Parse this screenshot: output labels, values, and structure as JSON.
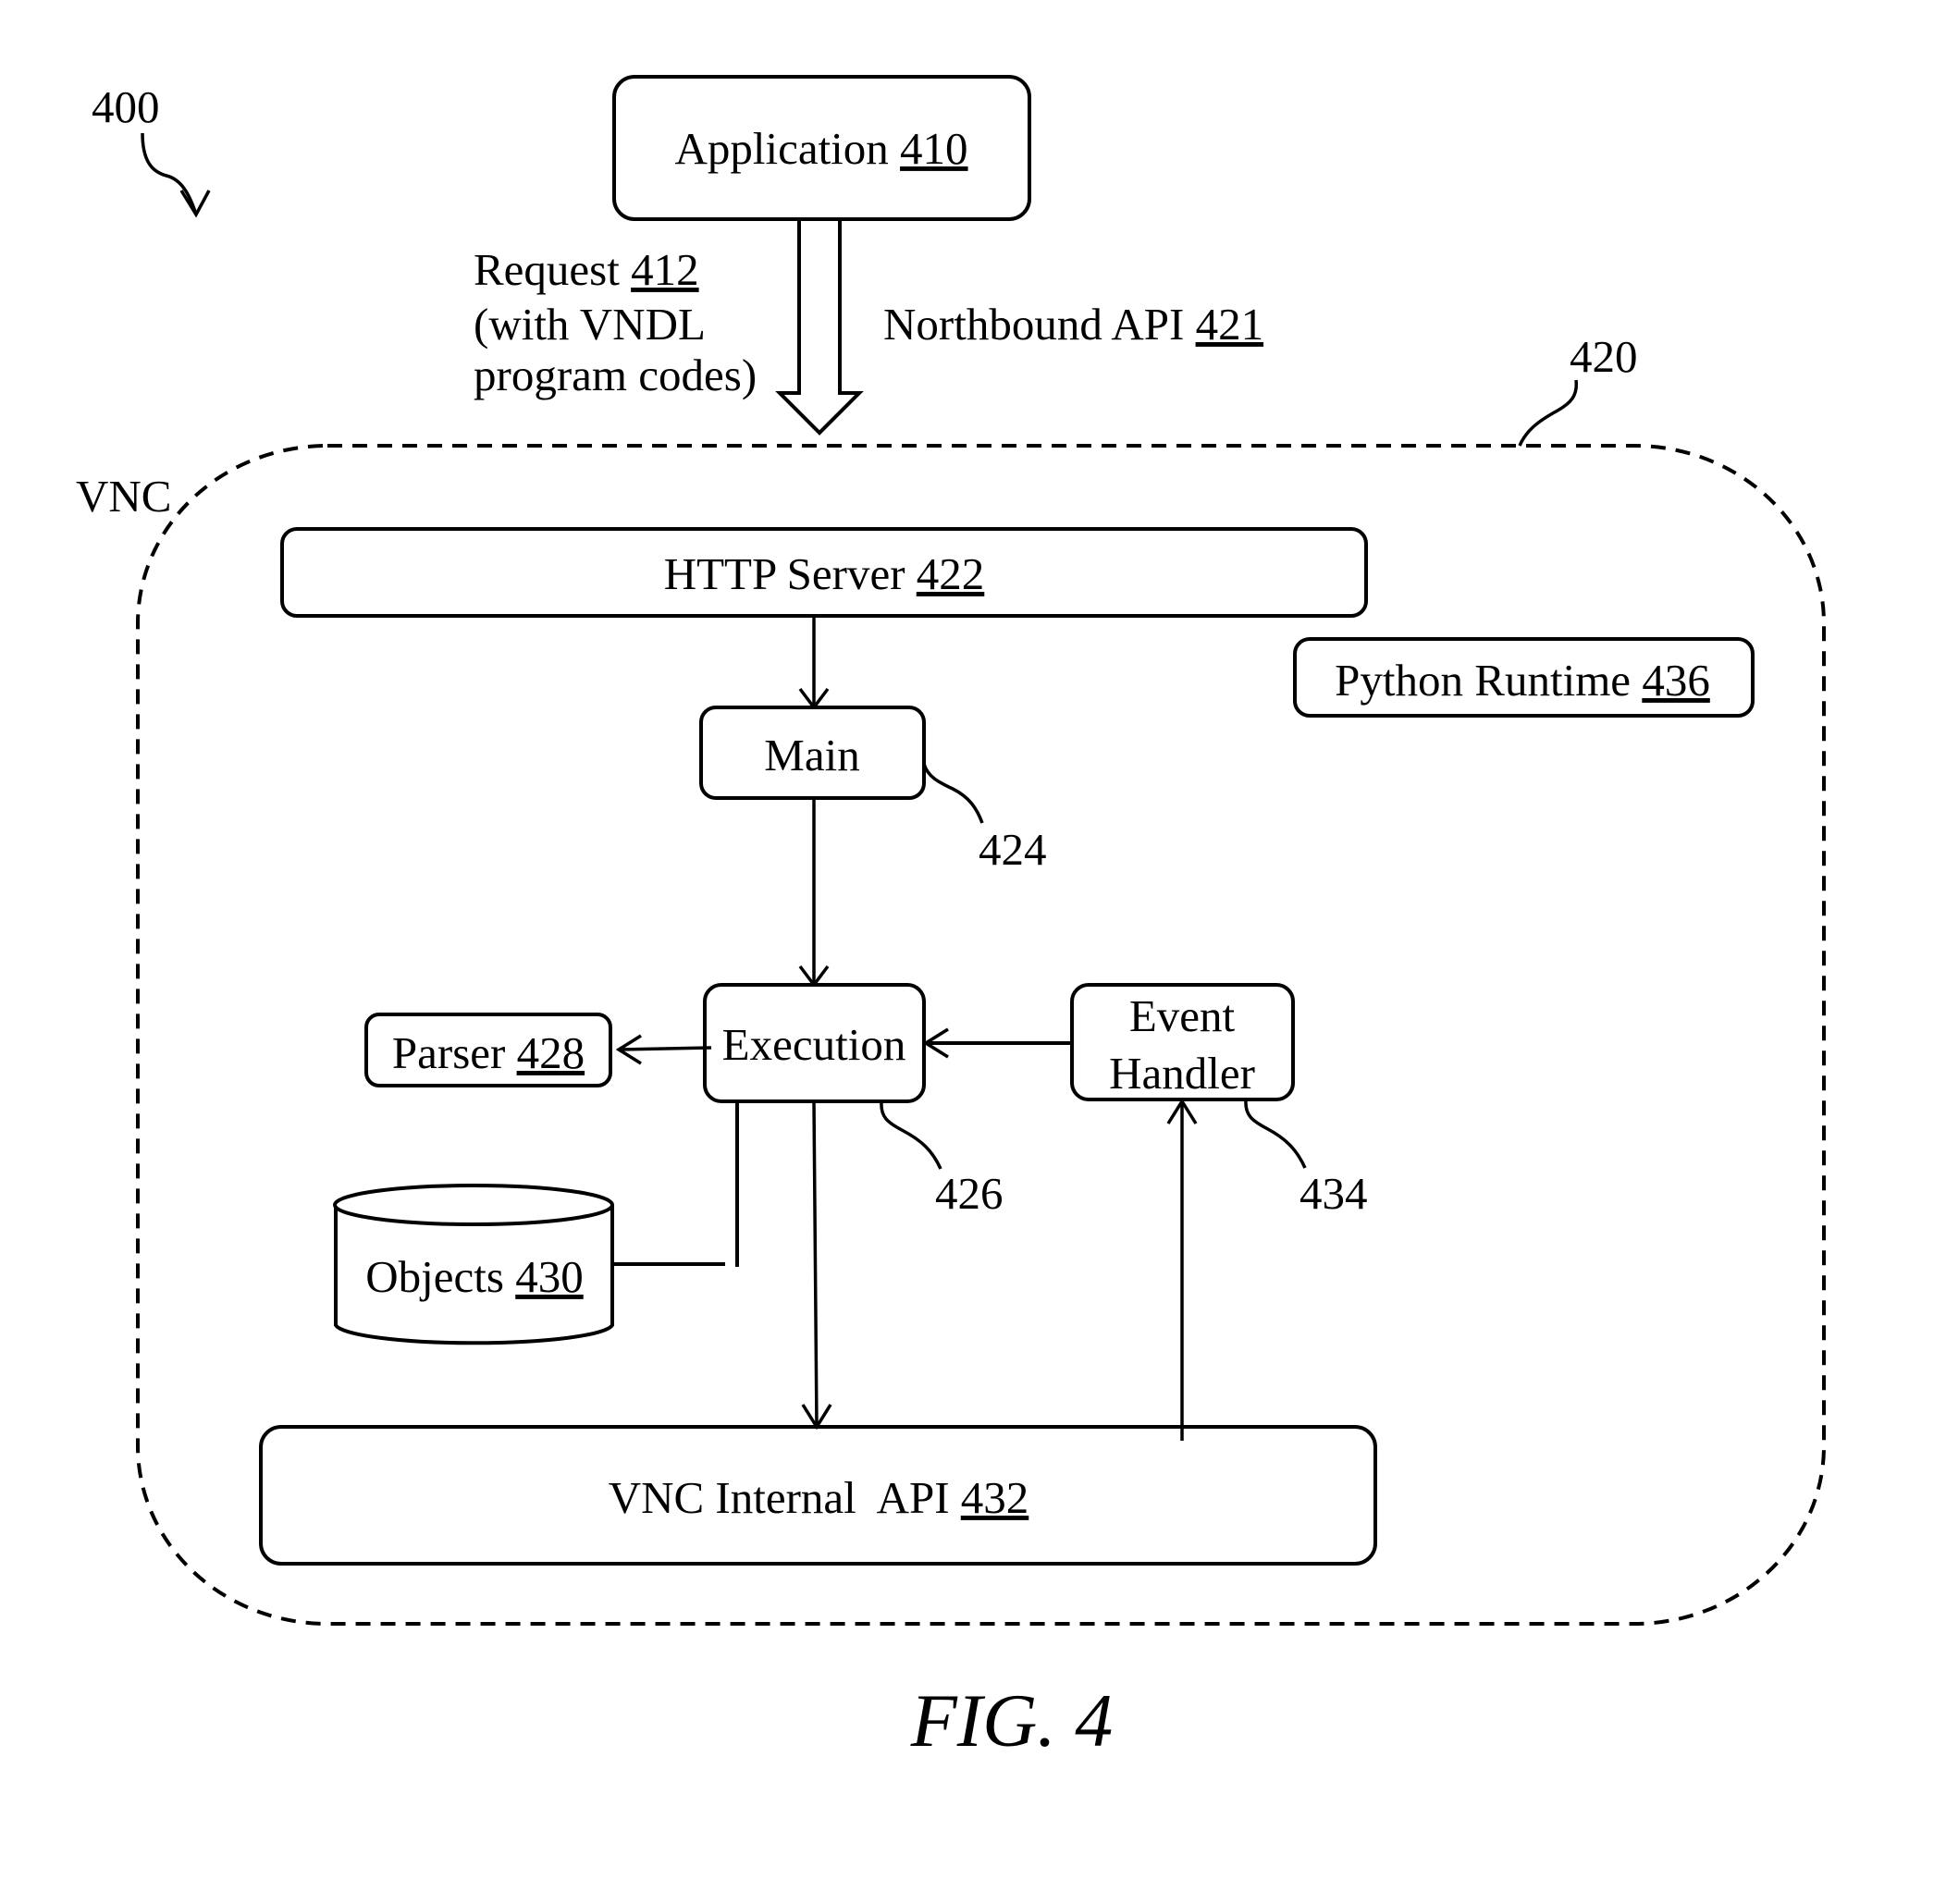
{
  "figure": {
    "id_label": "400",
    "caption": "FIG. 4"
  },
  "application": {
    "name": "Application",
    "ref": "410"
  },
  "request": {
    "line1_name": "Request",
    "line1_ref": "412",
    "line2": "(with VNDL",
    "line3": "program codes)"
  },
  "northbound_api": {
    "name": "Northbound API",
    "ref": "421"
  },
  "vnc": {
    "label": "VNC",
    "ref": "420"
  },
  "http_server": {
    "name": "HTTP Server",
    "ref": "422"
  },
  "python_runtime": {
    "name": "Python Runtime",
    "ref": "436"
  },
  "main": {
    "name": "Main",
    "ref": "424"
  },
  "execution": {
    "name": "Execution",
    "ref": "426"
  },
  "parser": {
    "name": "Parser",
    "ref": "428"
  },
  "objects": {
    "name": "Objects",
    "ref": "430"
  },
  "event_handler": {
    "line1": "Event",
    "line2": "Handler",
    "ref": "434"
  },
  "internal_api": {
    "name": "VNC Internal  API",
    "ref": "432"
  }
}
